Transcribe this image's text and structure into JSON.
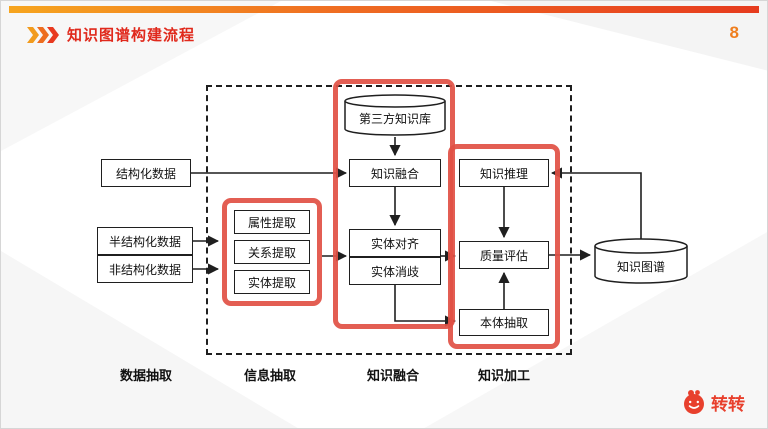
{
  "header": {
    "title": "知识图谱构建流程",
    "page_number": "8"
  },
  "colors": {
    "accent_red": "#e0291c",
    "highlight_red": "#e15044",
    "topbar_gradient_start": "#f6a51f",
    "topbar_gradient_end": "#e63b1e",
    "page_number_orange": "#ef7e1e",
    "line_black": "#1f1f1f"
  },
  "icons": {
    "header_chevrons": "triple-chevron-right",
    "footer_logo": "zhuanzhuan-mascot"
  },
  "diagram": {
    "inputs": {
      "structured": "结构化数据",
      "semi_structured": "半结构化数据",
      "unstructured": "非结构化数据"
    },
    "info_extraction": {
      "attribute": "属性提取",
      "relation": "关系提取",
      "entity": "实体提取"
    },
    "fusion": {
      "third_party_kb": "第三方知识库",
      "knowledge_fusion": "知识融合",
      "entity_alignment": "实体对齐",
      "entity_disambiguation": "实体消歧"
    },
    "processing": {
      "reasoning": "知识推理",
      "quality": "质量评估",
      "ontology": "本体抽取"
    },
    "output": {
      "knowledge_graph": "知识图谱"
    },
    "stages": [
      {
        "label": "数据抽取"
      },
      {
        "label": "信息抽取"
      },
      {
        "label": "知识融合"
      },
      {
        "label": "知识加工"
      }
    ]
  },
  "footer": {
    "brand": "转转"
  }
}
